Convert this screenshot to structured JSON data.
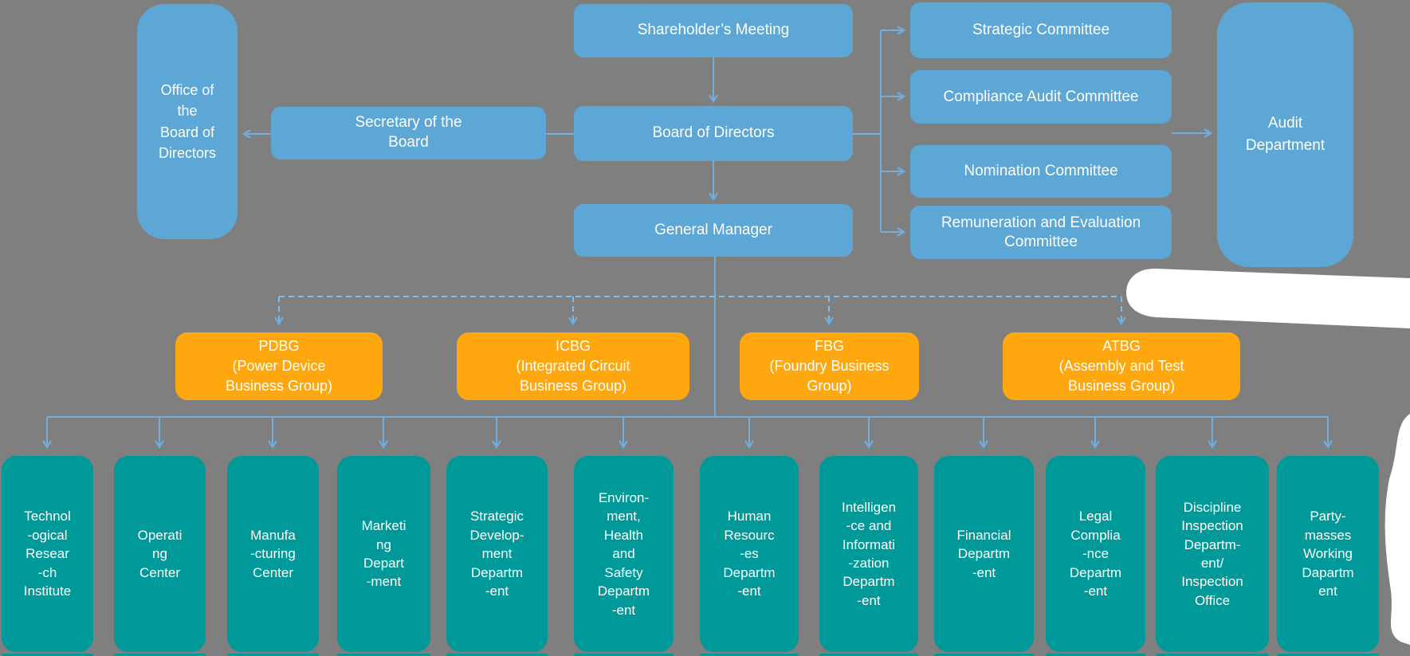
{
  "governance": {
    "shareholders_meeting": {
      "label": "Shareholder’s Meeting"
    },
    "board_of_directors": {
      "label": "Board of Directors"
    },
    "general_manager": {
      "label": "General Manager"
    },
    "office_of_the_board": {
      "label": "Office of\nthe\nBoard of\nDirectors"
    },
    "secretary_of_the_board": {
      "label": "Secretary of the\nBoard"
    },
    "audit_department": {
      "label": "Audit\nDepartment"
    },
    "committees": [
      {
        "label": "Strategic Committee"
      },
      {
        "label": "Compliance Audit Committee"
      },
      {
        "label": "Nomination Committee"
      },
      {
        "label": "Remuneration and Evaluation\nCommittee"
      }
    ]
  },
  "business_groups": [
    {
      "label": "PDBG\n(Power Device\nBusiness Group)"
    },
    {
      "label": "ICBG\n(Integrated Circuit\nBusiness Group)"
    },
    {
      "label": "FBG\n(Foundry Business\nGroup)"
    },
    {
      "label": "ATBG\n(Assembly and Test\nBusiness Group)"
    }
  ],
  "departments": [
    {
      "label": "Technol\n-ogical\nResear\n-ch\nInstitute"
    },
    {
      "label": "Operati\nng\nCenter"
    },
    {
      "label": "Manufa\n-cturing\nCenter"
    },
    {
      "label": "Marketi\nng\nDepart\n-ment"
    },
    {
      "label": "Strategic\nDevelop-\nment\nDepartm\n-ent"
    },
    {
      "label": "Environ-\nment,\nHealth\nand\nSafety\nDepartm\n-ent"
    },
    {
      "label": "Human\nResourc\n-es\nDepartm\n-ent"
    },
    {
      "label": "Intelligen\n-ce and\nInformati\n-zation\nDepartm\n-ent"
    },
    {
      "label": "Financial\nDepartm\n-ent"
    },
    {
      "label": "Legal\nComplia\n-nce\nDepartm\n-ent"
    },
    {
      "label": "Discipline\nInspection\nDepartm-\nent/\nInspection\nOffice"
    },
    {
      "label": "Party-\nmasses\nWorking\nDapartm\nent"
    }
  ],
  "colors": {
    "background": "#7f7f7f",
    "blue": "#5ca7d6",
    "orange": "#ffa70f",
    "teal": "#009999",
    "connector": "#74aedb"
  }
}
